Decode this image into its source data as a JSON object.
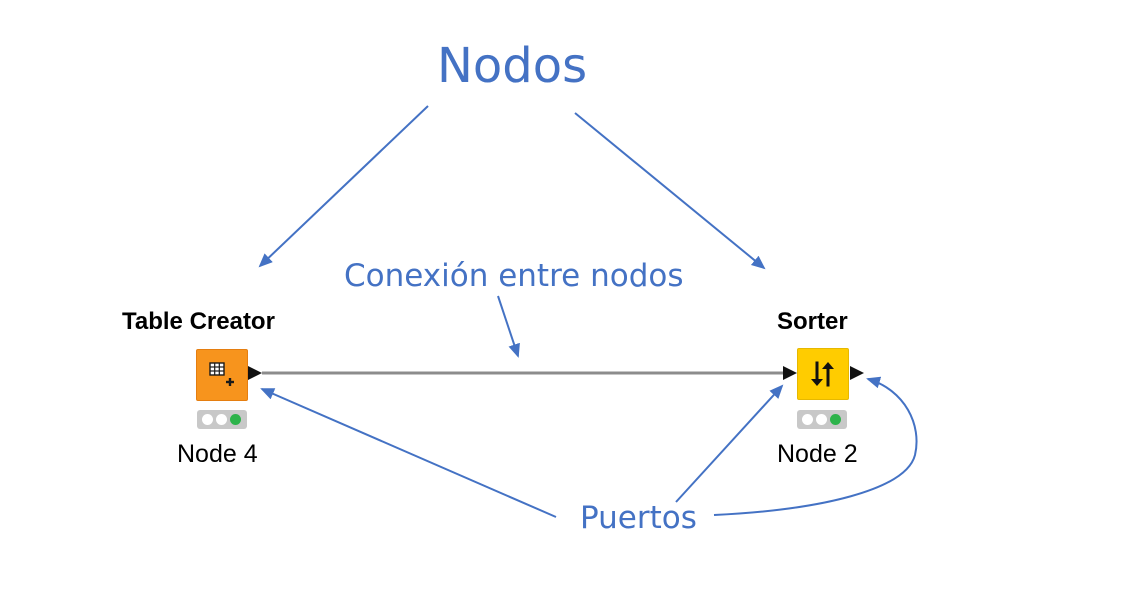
{
  "annotations": {
    "title": "Nodos",
    "connection_label": "Conexión entre nodos",
    "ports_label": "Puertos"
  },
  "nodes": [
    {
      "title": "Table Creator",
      "label": "Node 4",
      "color": "#f7941d",
      "icon": "table-add-icon",
      "status": [
        "idle",
        "idle",
        "executed"
      ]
    },
    {
      "title": "Sorter",
      "label": "Node 2",
      "color": "#ffcc00",
      "icon": "sort-arrows-icon",
      "status": [
        "idle",
        "idle",
        "executed"
      ]
    }
  ],
  "colors": {
    "annotation": "#4472c4",
    "connection": "#888888",
    "status_green": "#2cb34a"
  }
}
